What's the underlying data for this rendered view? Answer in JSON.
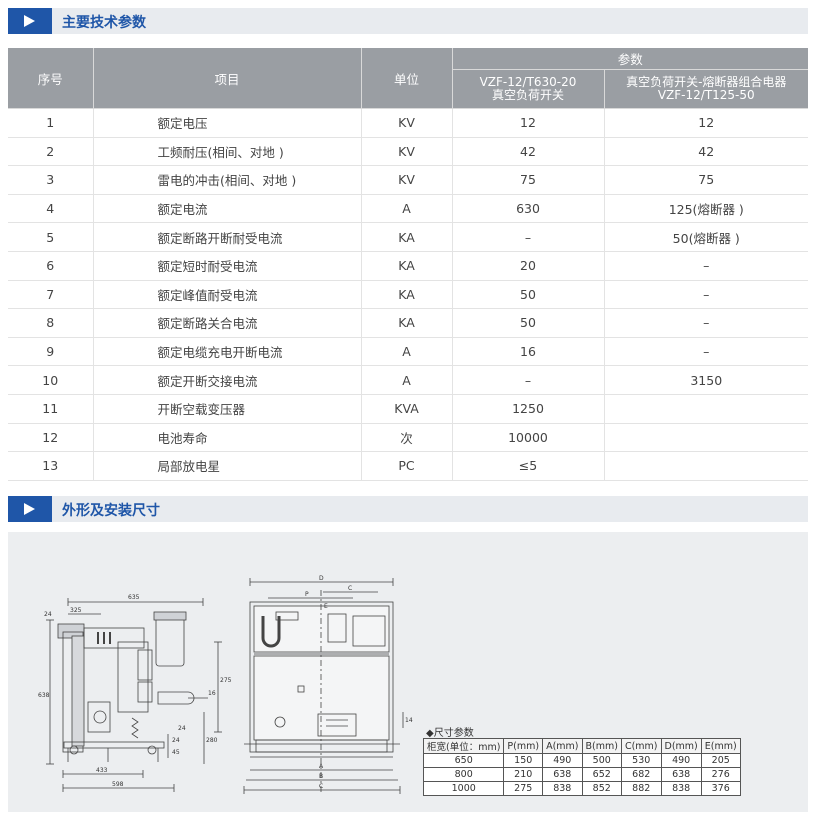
{
  "section1": {
    "title": "主要技术参数"
  },
  "section2": {
    "title": "外形及安装尺寸"
  },
  "table": {
    "headers": {
      "seq": "序号",
      "item": "项目",
      "unit": "单位",
      "params": "参数",
      "col1_line1": "VZF-12/T630-20",
      "col1_line2": "真空负荷开关",
      "col2_line1": "真空负荷开关-熔断器组合电器",
      "col2_line2": "VZF-12/T125-50"
    },
    "rows": [
      {
        "no": "1",
        "item": "额定电压",
        "unit": "KV",
        "v1": "12",
        "v2": "12"
      },
      {
        "no": "2",
        "item": "工频耐压(相间、对地 )",
        "unit": "KV",
        "v1": "42",
        "v2": "42"
      },
      {
        "no": "3",
        "item": "雷电的冲击(相间、对地 )",
        "unit": "KV",
        "v1": "75",
        "v2": "75"
      },
      {
        "no": "4",
        "item": "额定电流",
        "unit": "A",
        "v1": "630",
        "v2": "125(熔断器 )"
      },
      {
        "no": "5",
        "item": "额定断路开断耐受电流",
        "unit": "KA",
        "v1": "–",
        "v2": "50(熔断器 )"
      },
      {
        "no": "6",
        "item": "额定短时耐受电流",
        "unit": "KA",
        "v1": "20",
        "v2": "–"
      },
      {
        "no": "7",
        "item": "额定峰值耐受电流",
        "unit": "KA",
        "v1": "50",
        "v2": "–"
      },
      {
        "no": "8",
        "item": "额定断路关合电流",
        "unit": "KA",
        "v1": "50",
        "v2": "–"
      },
      {
        "no": "9",
        "item": "额定电缆充电开断电流",
        "unit": "A",
        "v1": "16",
        "v2": "–"
      },
      {
        "no": "10",
        "item": "额定开断交接电流",
        "unit": "A",
        "v1": "–",
        "v2": "3150"
      },
      {
        "no": "11",
        "item": "开断空载变压器",
        "unit": "KVA",
        "v1": "1250",
        "v2": ""
      },
      {
        "no": "12",
        "item": "电池寿命",
        "unit": "次",
        "v1": "10000",
        "v2": ""
      },
      {
        "no": "13",
        "item": "局部放电星",
        "unit": "PC",
        "v1": "≤5",
        "v2": ""
      }
    ]
  },
  "drawing": {
    "side_labels": {
      "top_width": "635",
      "left_small": "325",
      "height": "638",
      "mid_height": "275",
      "low_height": "280",
      "dim24a": "24",
      "dim24b": "24",
      "dim16": "16",
      "base1": "433",
      "base2": "598",
      "sm1": "24",
      "sm2": "45"
    },
    "front_labels": {
      "D": "D",
      "P": "P",
      "C": "C",
      "E": "E",
      "A": "A",
      "B": "B",
      "C2": "C",
      "h14": "14"
    },
    "dims_title": "◆尺寸参数",
    "dims_headers": [
      "柜宽(单位：mm)",
      "P(mm)",
      "A(mm)",
      "B(mm)",
      "C(mm)",
      "D(mm)",
      "E(mm)"
    ],
    "dims_rows": [
      [
        "650",
        "150",
        "490",
        "500",
        "530",
        "490",
        "205"
      ],
      [
        "800",
        "210",
        "638",
        "652",
        "682",
        "638",
        "276"
      ],
      [
        "1000",
        "275",
        "838",
        "852",
        "882",
        "838",
        "376"
      ]
    ]
  }
}
